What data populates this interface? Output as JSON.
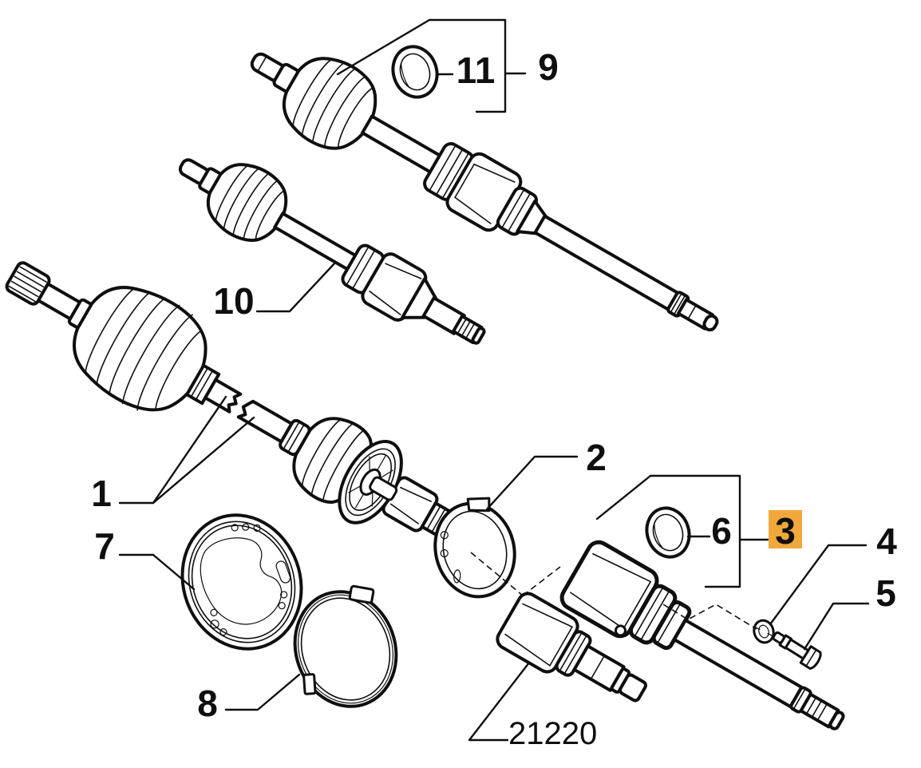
{
  "figure": {
    "background": "#ffffff",
    "stroke_color": "#0f0f0f"
  },
  "highlight": {
    "bg": "#F0A83C",
    "fg": "#9C7410"
  },
  "callouts": {
    "c1": {
      "label": "1"
    },
    "c2": {
      "label": "2"
    },
    "c3": {
      "label": "3"
    },
    "c4": {
      "label": "4"
    },
    "c5": {
      "label": "5"
    },
    "c6": {
      "label": "6"
    },
    "c7": {
      "label": "7"
    },
    "c8": {
      "label": "8"
    },
    "c9": {
      "label": "9"
    },
    "c10": {
      "label": "10"
    },
    "c11": {
      "label": "11"
    }
  },
  "part_code": {
    "label": "21220"
  }
}
